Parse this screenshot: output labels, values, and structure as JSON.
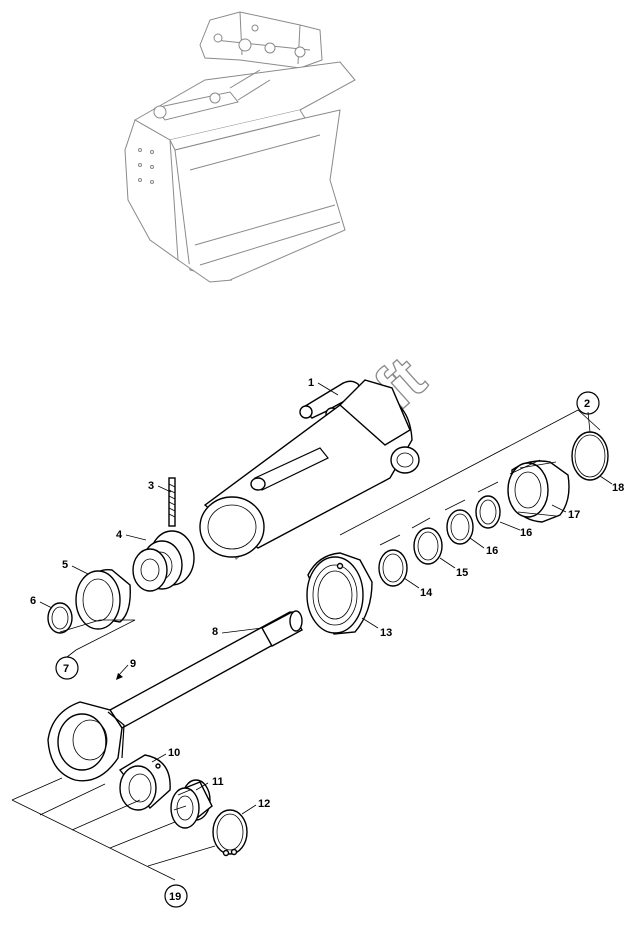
{
  "watermark": "AutoSoft",
  "callouts": [
    {
      "id": "c1",
      "label": "1"
    },
    {
      "id": "c2",
      "label": "2"
    },
    {
      "id": "c3",
      "label": "3"
    },
    {
      "id": "c4",
      "label": "4"
    },
    {
      "id": "c5",
      "label": "5"
    },
    {
      "id": "c6",
      "label": "6"
    },
    {
      "id": "c7",
      "label": "7"
    },
    {
      "id": "c8",
      "label": "8"
    },
    {
      "id": "c9",
      "label": "9"
    },
    {
      "id": "c10",
      "label": "10"
    },
    {
      "id": "c11",
      "label": "11"
    },
    {
      "id": "c12",
      "label": "12"
    },
    {
      "id": "c13",
      "label": "13"
    },
    {
      "id": "c14",
      "label": "14"
    },
    {
      "id": "c15",
      "label": "15"
    },
    {
      "id": "c16",
      "label": "16"
    },
    {
      "id": "c17",
      "label": "17"
    },
    {
      "id": "c18",
      "label": "18"
    },
    {
      "id": "c19",
      "label": "19"
    }
  ]
}
